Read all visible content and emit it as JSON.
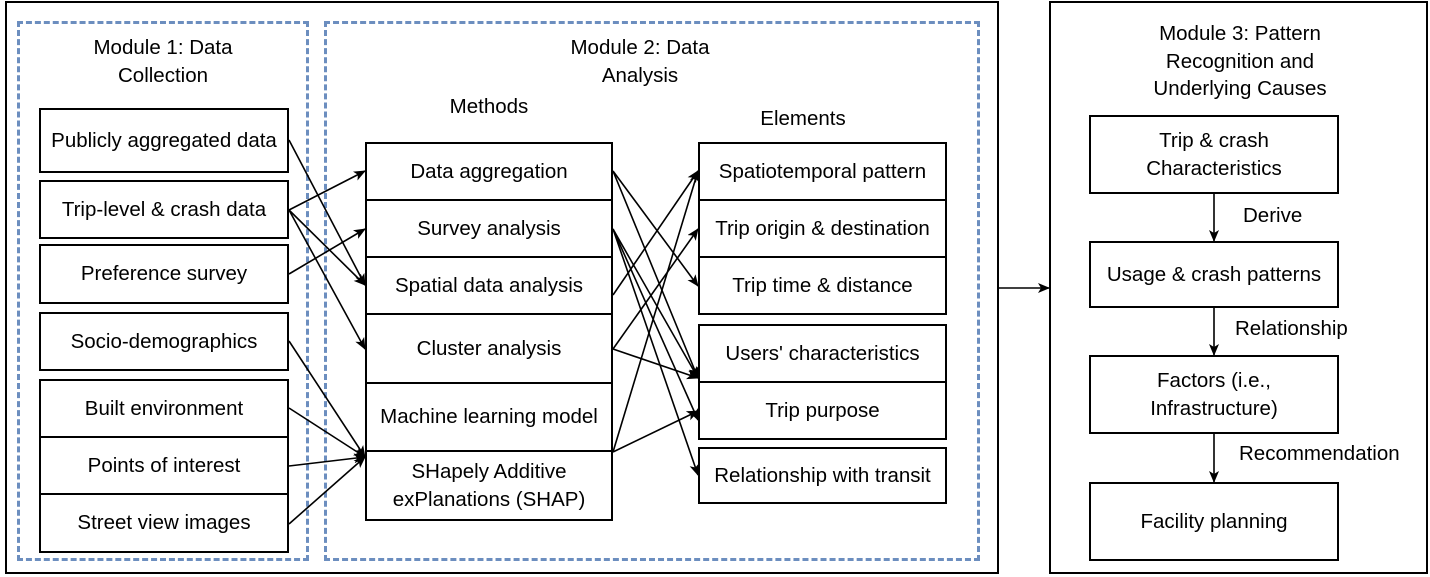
{
  "module1": {
    "title": "Module 1: Data Collection",
    "items": [
      "Publicly aggregated data",
      "Trip-level & crash data",
      "Preference survey",
      "Socio-demographics",
      "Built environment",
      "Points of interest",
      "Street view images"
    ]
  },
  "module2": {
    "title": "Module 2: Data Analysis",
    "methods_label": "Methods",
    "elements_label": "Elements",
    "methods": [
      "Data aggregation",
      "Survey analysis",
      "Spatial data analysis",
      "Cluster analysis",
      "Machine learning model",
      "SHapely Additive exPlanations (SHAP)"
    ],
    "elements": [
      "Spatiotemporal pattern",
      "Trip origin & destination",
      "Trip time & distance",
      "Users' characteristics",
      "Trip purpose",
      "Relationship with transit"
    ]
  },
  "module3": {
    "title": "Module 3: Pattern Recognition and Underlying Causes",
    "steps": [
      "Trip & crash Characteristics",
      "Usage & crash patterns",
      "Factors (i.e., Infrastructure)",
      "Facility planning"
    ],
    "edge_labels": [
      "Derive",
      "Relationship",
      "Recommendation"
    ]
  }
}
